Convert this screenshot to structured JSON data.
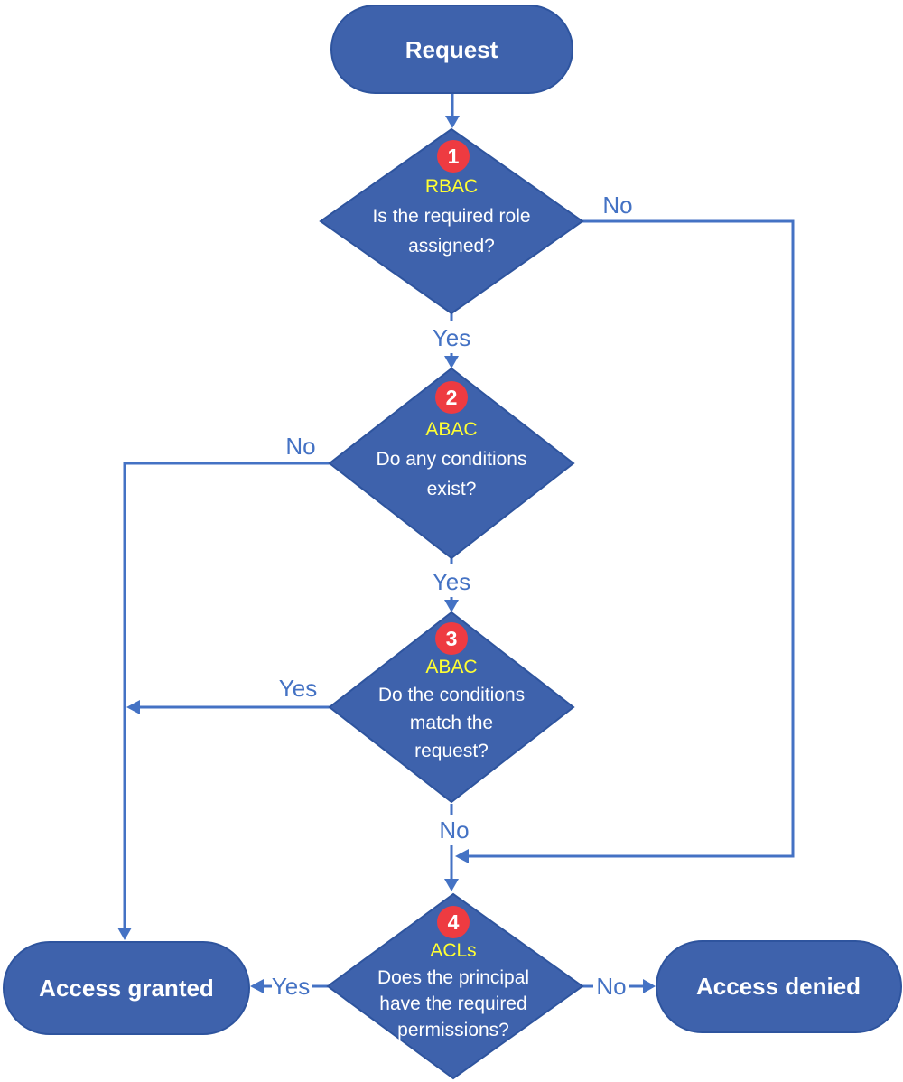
{
  "flow": {
    "start": {
      "label": "Request"
    },
    "decisions": [
      {
        "number": "1",
        "model": "RBAC",
        "lines": [
          "Is the required role",
          "assigned?"
        ],
        "yes_label": "Yes",
        "no_label": "No"
      },
      {
        "number": "2",
        "model": "ABAC",
        "lines": [
          "Do any conditions",
          "exist?"
        ],
        "yes_label": "Yes",
        "no_label": "No"
      },
      {
        "number": "3",
        "model": "ABAC",
        "lines": [
          "Do the conditions",
          "match the",
          "request?"
        ],
        "yes_label": "Yes",
        "no_label": "No"
      },
      {
        "number": "4",
        "model": "ACLs",
        "lines": [
          "Does the principal",
          "have the required",
          "permissions?"
        ],
        "yes_label": "Yes",
        "no_label": "No"
      }
    ],
    "outcomes": {
      "granted": "Access granted",
      "denied": "Access denied"
    },
    "colors": {
      "shape_fill": "#3E62AC",
      "shape_border": "#2E549E",
      "connector": "#4472C4",
      "edge_label": "#4472C4",
      "badge_fill": "#EE3B41",
      "model_text": "#FFFF33",
      "shape_text": "#FFFFFF",
      "background": "#FFFFFF"
    }
  }
}
